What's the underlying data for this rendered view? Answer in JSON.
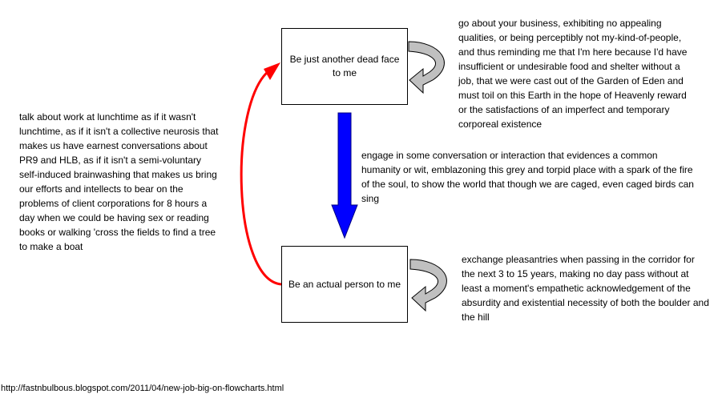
{
  "nodes": {
    "top": "Be just another dead face to me",
    "bottom": "Be an actual person to me"
  },
  "edges": {
    "top_loop": "go about your business, exhibiting no appealing qualities, or being perceptibly not my-kind-of-people, and thus reminding me that I'm here because I'd have insufficient or undesirable food and shelter without a job, that we were cast out of the Garden of Eden and must toil on this Earth in the hope of Heavenly reward or the satisfactions of an imperfect and temporary corporeal existence",
    "down": "engage in some conversation or interaction that evidences a common humanity or wit, emblazoning this grey and torpid place with a spark of the fire of the soul, to show the world that though we are caged, even caged birds can sing",
    "bottom_loop": "exchange pleasantries when passing in the corridor for the next 3 to 15 years, making no day pass without at least a moment's empathetic acknowledgement of the absurdity and existential necessity of both the boulder and the hill",
    "up": "talk about work at lunchtime as if it wasn't lunchtime, as if it isn't a collective neurosis that makes us have earnest conversations about PR9 and HLB, as if it isn't a semi-voluntary self-induced brainwashing that makes us bring our efforts and intellects to bear on the problems of client corporations for 8 hours a day when we could be having sex or reading books or walking 'cross the fields to find a tree to make a boat"
  },
  "source_url": "http://fastnbulbous.blogspot.com/2011/04/new-job-big-on-flowcharts.html",
  "colors": {
    "up_arrow": "#ff0000",
    "down_arrow": "#0000ff",
    "loop_arrow_fill": "#c0c0c0",
    "loop_arrow_stroke": "#000000"
  }
}
